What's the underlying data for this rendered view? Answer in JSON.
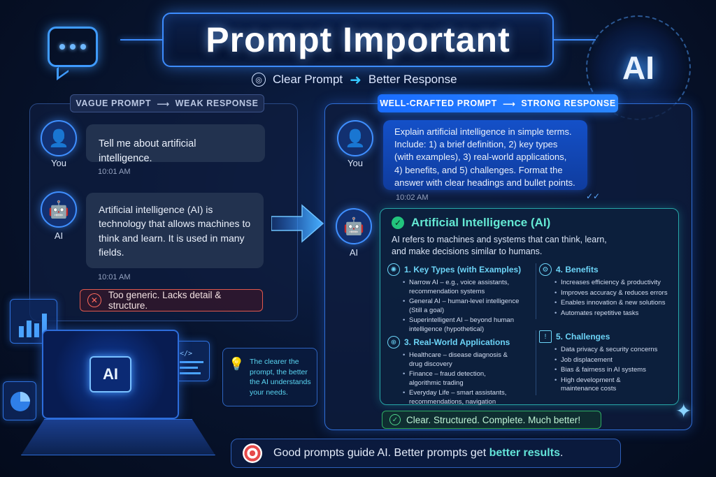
{
  "header": {
    "title": "Prompt Important",
    "subtitle_left": "Clear Prompt",
    "subtitle_right": "Better Response",
    "brain_label": "AI"
  },
  "left": {
    "tag_left": "VAGUE PROMPT",
    "tag_right": "WEAK RESPONSE",
    "user_label": "You",
    "user_message": "Tell me about artificial intelligence.",
    "user_time": "10:01 AM",
    "ai_label": "AI",
    "ai_message": "Artificial intelligence (AI) is technology that allows machines to think and learn. It is used in many fields.",
    "ai_time": "10:01 AM",
    "issue": "Too generic. Lacks detail & structure."
  },
  "right": {
    "tag_left": "WELL-CRAFTED PROMPT",
    "tag_right": "STRONG RESPONSE",
    "user_label": "You",
    "user_message": "Explain artificial intelligence in simple terms. Include: 1) a brief definition, 2) key types (with examples), 3) real-world applications, 4) benefits, and 5) challenges. Format the answer with clear headings and bullet points.",
    "user_time": "10:02 AM",
    "ai_label": "AI",
    "response": {
      "title": "Artificial Intelligence (AI)",
      "definition": "AI refers to machines and systems that can think, learn, and make decisions similar to humans.",
      "sections": [
        {
          "title": "1. Key Types (with Examples)",
          "items": [
            "Narrow AI – e.g., voice assistants, recommendation systems",
            "General AI – human-level intelligence (Still a goal)",
            "Superintelligent AI – beyond human intelligence (hypothetical)"
          ]
        },
        {
          "title": "4. Benefits",
          "items": [
            "Increases efficiency & productivity",
            "Improves accuracy & reduces errors",
            "Enables innovation & new solutions",
            "Automates repetitive tasks"
          ]
        },
        {
          "title": "3. Real-World Applications",
          "items": [
            "Healthcare – disease diagnosis & drug discovery",
            "Finance – fraud detection, algorithmic trading",
            "Everyday Life – smart assistants, recommendations, navigation"
          ]
        },
        {
          "title": "5. Challenges",
          "items": [
            "Data privacy & security concerns",
            "Job displacement",
            "Bias & fairness in AI systems",
            "High development & maintenance costs"
          ]
        }
      ]
    },
    "success": "Clear. Structured. Complete. Much better!"
  },
  "illustration": {
    "chip_label": "AI"
  },
  "tip": "The clearer the prompt, the better the AI understands your needs.",
  "footer": {
    "text_main": "Good prompts guide AI.  Better prompts get ",
    "text_highlight": "better results",
    "text_end": "."
  },
  "colors": {
    "accent_blue": "#3d8cff",
    "teal": "#64e8d3",
    "error_red": "#e0584e",
    "success_green": "#2fae63"
  },
  "icons": {
    "chat": "chat-bubble-icon",
    "brain": "brain-icon",
    "user": "user-icon",
    "robot": "robot-icon",
    "error": "x-circle-icon",
    "check": "check-circle-icon",
    "target": "target-icon",
    "lightbulb": "lightbulb-icon"
  }
}
